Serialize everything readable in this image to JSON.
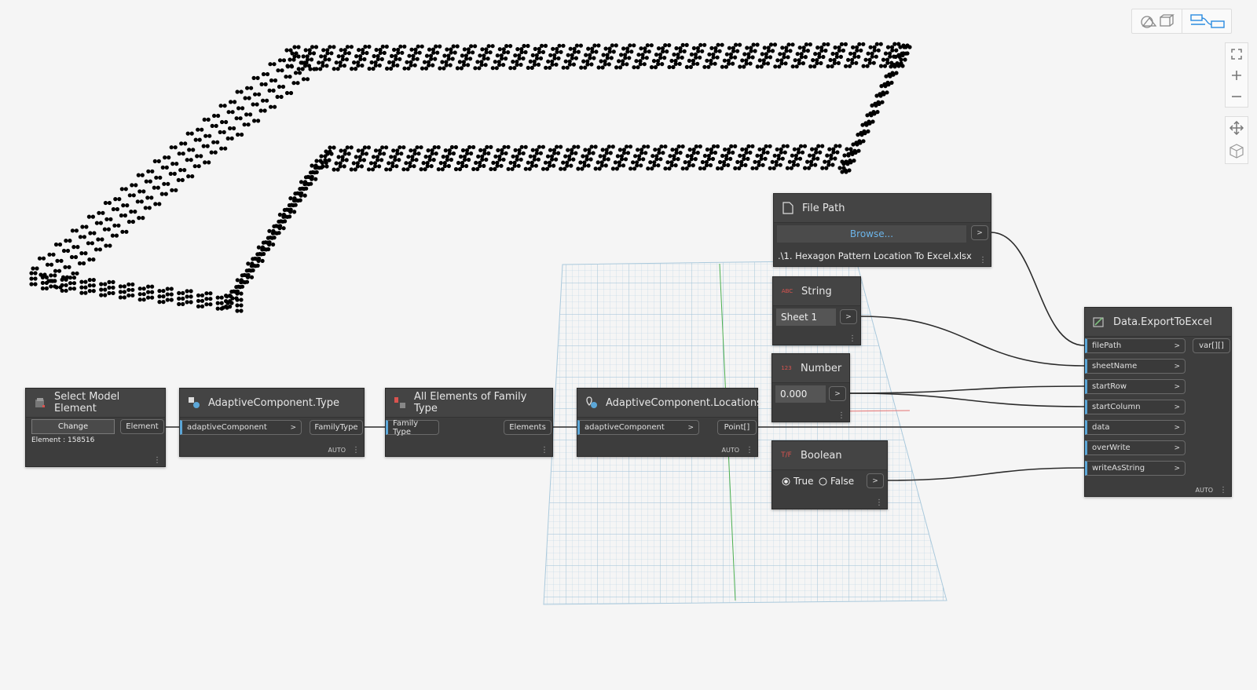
{
  "colors": {
    "canvas_bg": "#f5f5f5",
    "node_bg": "#3d3d3d",
    "port_accent": "#5ca7d8",
    "browse_link": "#6cb4e8",
    "wire": "#2b2b2b",
    "string_icon": "#d9534f"
  },
  "toolbar": {
    "geometry_view_icon": "geometry-view-icon",
    "graph_view_icon": "graph-view-icon",
    "zoom_fit_icon": "zoom-fit-icon",
    "zoom_in_icon": "zoom-in-icon",
    "zoom_out_icon": "zoom-out-icon",
    "pan_icon": "pan-icon",
    "orbit_icon": "orbit-icon"
  },
  "nodes": {
    "select_model_element": {
      "title": "Select Model Element",
      "change_label": "Change",
      "output": "Element",
      "info": "Element : 158516"
    },
    "adaptive_type": {
      "title": "AdaptiveComponent.Type",
      "input": "adaptiveComponent",
      "output": "FamilyType",
      "lacing": "AUTO"
    },
    "all_elements": {
      "title": "All Elements of Family Type",
      "input": "Family Type",
      "output": "Elements"
    },
    "adaptive_locations": {
      "title": "AdaptiveComponent.Locations",
      "input": "adaptiveComponent",
      "output": "Point[]",
      "lacing": "AUTO"
    },
    "file_path": {
      "title": "File Path",
      "browse_label": "Browse...",
      "path_value": ".\\1. Hexagon Pattern Location To Excel.xlsx"
    },
    "string": {
      "title": "String",
      "icon_text": "ABC",
      "value": "Sheet 1"
    },
    "number": {
      "title": "Number",
      "icon_text": "123",
      "value": "0.000"
    },
    "boolean": {
      "title": "Boolean",
      "true_label": "True",
      "false_label": "False",
      "selected": "True"
    },
    "export_excel": {
      "title": "Data.ExportToExcel",
      "inputs": [
        "filePath",
        "sheetName",
        "startRow",
        "startColumn",
        "data",
        "overWrite",
        "writeAsString"
      ],
      "output": "var[][]",
      "lacing": "AUTO"
    }
  },
  "arrow_glyph": ">"
}
